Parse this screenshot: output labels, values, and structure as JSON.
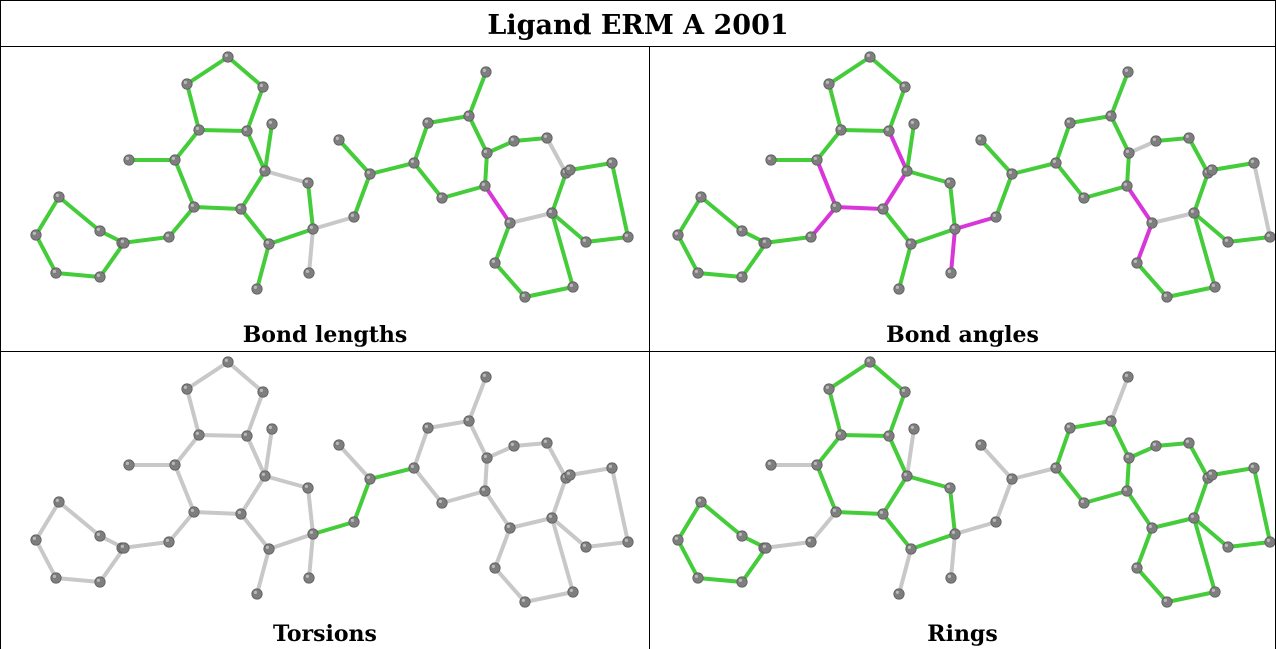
{
  "title": "Ligand ERM A 2001",
  "colors": {
    "ok_bond": "#44cc3a",
    "outlier_bond": "#d936d9",
    "plain_bond": "#c8c8c8",
    "atom": "#7e7e7e"
  },
  "panels": [
    {
      "caption": "Bond lengths",
      "mode": "lengths"
    },
    {
      "caption": "Bond angles",
      "mode": "angles"
    },
    {
      "caption": "Torsions",
      "mode": "torsions"
    },
    {
      "caption": "Rings",
      "mode": "rings"
    }
  ]
}
